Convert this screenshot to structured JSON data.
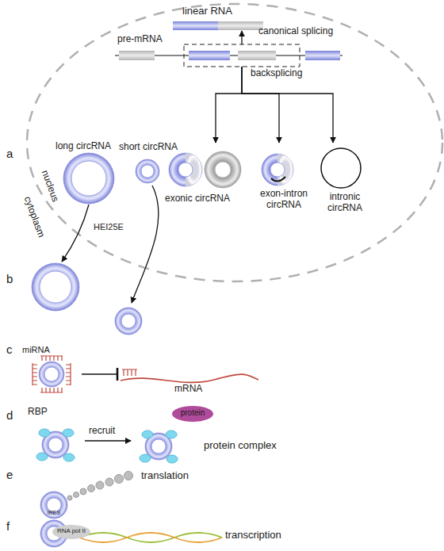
{
  "diagram": {
    "nodes": [
      {
        "text": [
          "pre-mRNA"
        ]
      },
      {
        "text": [
          "linear RNA"
        ]
      },
      {
        "text": [
          "long circRNA"
        ]
      },
      {
        "text": [
          "short circRNA",
          "exonic circRNA"
        ]
      },
      {
        "text": [
          "exon-intron circRNA"
        ]
      },
      {
        "text": [
          "intronic circRNA"
        ]
      },
      {
        "text": [
          "miRNA"
        ]
      },
      {
        "text": [
          "mRNA"
        ]
      },
      {
        "text": [
          "RBP"
        ]
      },
      {
        "text": [
          "protein complex"
        ]
      },
      {
        "text": [
          "protein"
        ],
        "in": 9
      },
      {
        "text": [
          "IRES"
        ]
      },
      {
        "text": [
          "RNA pol II"
        ]
      }
    ],
    "edges": [
      {
        "from": 0,
        "to": 1,
        "label": "canonical splicing",
        "arrow": "to"
      },
      {
        "from": 0,
        "to": 3,
        "label": "backsplicing",
        "arrow": "to"
      },
      {
        "from": 0,
        "to": 4,
        "arrow": "to"
      },
      {
        "from": 0,
        "to": 5,
        "arrow": "to"
      },
      {
        "from": 6,
        "to": 7,
        "arrow": "to"
      },
      {
        "from": 8,
        "to": 9,
        "label": "recruit",
        "arrow": "to"
      }
    ],
    "labels": [
      "a",
      "nucleus",
      "cytoplasm",
      "HEI25E",
      "b",
      "c",
      "d",
      "e",
      "translation",
      "f",
      "transcription"
    ]
  }
}
